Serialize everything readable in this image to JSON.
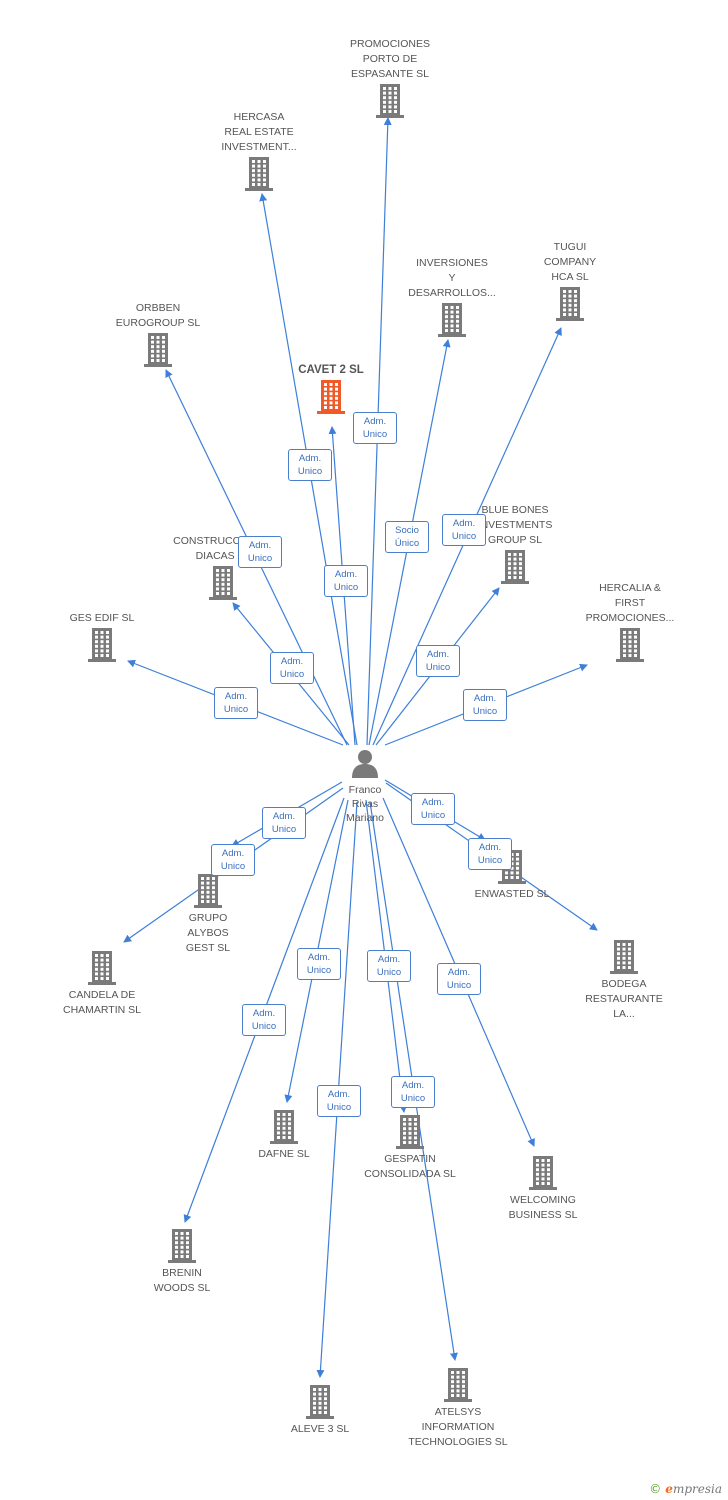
{
  "colors": {
    "edge": "#3d7fd9",
    "node": "#7a7a7a",
    "highlight": "#f05a28",
    "label_border": "#4a7fce"
  },
  "center": {
    "name": "Franco\nRivas\nMariano",
    "icon": "person-icon"
  },
  "companies": [
    {
      "id": "promociones-porto",
      "name": "PROMOCIONES\nPORTO DE\nESPASANTE SL"
    },
    {
      "id": "hercasa",
      "name": "HERCASA\nREAL ESTATE\nINVESTMENT..."
    },
    {
      "id": "inversiones",
      "name": "INVERSIONES\nY\nDESARROLLOS..."
    },
    {
      "id": "tugui",
      "name": "TUGUI\nCOMPANY\nHCA SL"
    },
    {
      "id": "orbben",
      "name": "ORBBEN\nEUROGROUP SL"
    },
    {
      "id": "cavet2",
      "name": "CAVET 2 SL",
      "highlight": true
    },
    {
      "id": "blue-bones",
      "name": "BLUE BONES\nINVESTMENTS\nGROUP SL"
    },
    {
      "id": "construcciones",
      "name": "CONSTRUCCIONES\nDIACAS SL"
    },
    {
      "id": "hercalia",
      "name": "HERCALIA &\nFIRST\nPROMOCIONES..."
    },
    {
      "id": "ges-edif",
      "name": "GES EDIF SL"
    },
    {
      "id": "enwasted",
      "name": "ENWASTED SL"
    },
    {
      "id": "grupo-alybos",
      "name": "GRUPO\nALYBOS\nGEST SL"
    },
    {
      "id": "bodega",
      "name": "BODEGA\nRESTAURANTE\nLA..."
    },
    {
      "id": "candela",
      "name": "CANDELA DE\nCHAMARTIN SL"
    },
    {
      "id": "dafne",
      "name": "DAFNE SL"
    },
    {
      "id": "gespatin",
      "name": "GESPATIN\nCONSOLIDADA SL"
    },
    {
      "id": "welcoming",
      "name": "WELCOMING\nBUSINESS SL"
    },
    {
      "id": "brenin",
      "name": "BRENIN\nWOODS SL"
    },
    {
      "id": "aleve3",
      "name": "ALEVE 3 SL"
    },
    {
      "id": "atelsys",
      "name": "ATELSYS\nINFORMATION\nTECHNOLOGIES SL"
    }
  ],
  "relations": [
    {
      "target": "promociones-porto",
      "role": "Adm.\nUnico"
    },
    {
      "target": "hercasa",
      "role": "Adm.\nUnico"
    },
    {
      "target": "inversiones",
      "role": "Socio\nÚnico"
    },
    {
      "target": "tugui",
      "role": "Adm.\nUnico"
    },
    {
      "target": "orbben",
      "role": "Adm.\nUnico"
    },
    {
      "target": "cavet2",
      "role": "Adm.\nUnico"
    },
    {
      "target": "blue-bones",
      "role": "Adm.\nUnico"
    },
    {
      "target": "construcciones",
      "role": "Adm.\nUnico"
    },
    {
      "target": "hercalia",
      "role": "Adm.\nUnico"
    },
    {
      "target": "ges-edif",
      "role": "Adm.\nUnico"
    },
    {
      "target": "enwasted",
      "role": "Adm.\nUnico"
    },
    {
      "target": "grupo-alybos",
      "role": "Adm.\nUnico"
    },
    {
      "target": "bodega",
      "role": "Adm.\nUnico"
    },
    {
      "target": "candela",
      "role": "Adm.\nUnico"
    },
    {
      "target": "dafne",
      "role": "Adm.\nUnico"
    },
    {
      "target": "gespatin",
      "role": "Adm.\nUnico"
    },
    {
      "target": "welcoming",
      "role": "Adm.\nUnico"
    },
    {
      "target": "brenin",
      "role": "Adm.\nUnico"
    },
    {
      "target": "aleve3",
      "role": "Adm.\nUnico"
    },
    {
      "target": "atelsys",
      "role": "Adm.\nUnico"
    }
  ],
  "brand": {
    "copyright": "©",
    "initial": "e",
    "name": "mpresia"
  }
}
